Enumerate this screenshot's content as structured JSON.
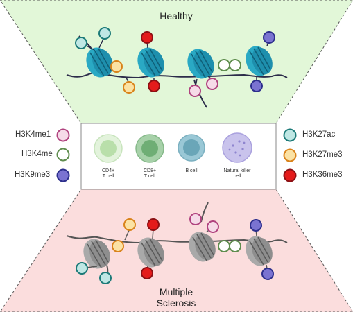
{
  "panels": {
    "healthy": {
      "title": "Healthy"
    },
    "disease": {
      "title_line1": "Multiple",
      "title_line2": "Sclerosis"
    }
  },
  "legend_left": [
    {
      "label": "H3K4me1",
      "ring": "#b0437f",
      "fill": "#f6dbe8"
    },
    {
      "label": "H3K4me",
      "ring": "#5f8d4e",
      "fill": "#ffffff"
    },
    {
      "label": "H3K9me3",
      "ring": "#2d2f8c",
      "fill": "#7a73d1"
    }
  ],
  "legend_right": [
    {
      "label": "H3K27ac",
      "ring": "#1c7a78",
      "fill": "#bfe7e4"
    },
    {
      "label": "H3K27me3",
      "ring": "#d9831a",
      "fill": "#fbe2a4"
    },
    {
      "label": "H3K36me3",
      "ring": "#8c1014",
      "fill": "#e41b1b"
    }
  ],
  "cells": [
    {
      "line1": "CD4+",
      "line2": "T cell"
    },
    {
      "line1": "CD8+",
      "line2": "T cell"
    },
    {
      "line1": "B cell",
      "line2": ""
    },
    {
      "line1": "Natural killer",
      "line2": "cell"
    }
  ],
  "colors": {
    "healthy_bg": "#e2f7d8",
    "disease_bg": "#fbdddd",
    "nucleosome_healthy": "#2aa9c4",
    "nucleosome_disease": "#a9a9a9",
    "dna": "#2c2c4a"
  }
}
